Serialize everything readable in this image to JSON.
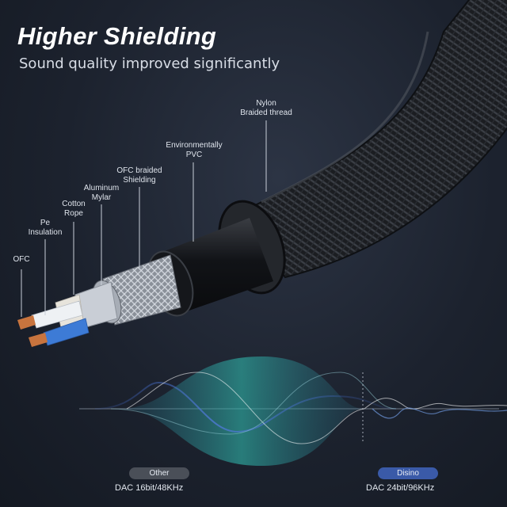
{
  "header": {
    "title": "Higher Shielding",
    "subtitle": "Sound quality improved significantly"
  },
  "layers": [
    {
      "label": "Nylon\nBraided thread"
    },
    {
      "label": "Environmentally\nPVC"
    },
    {
      "label": "OFC braided\nShielding"
    },
    {
      "label": "Aluminum\nMylar"
    },
    {
      "label": "Cotton\nRope"
    },
    {
      "label": "Pe\nInsulation"
    },
    {
      "label": "OFC"
    }
  ],
  "comparison": {
    "other": {
      "badge": "Other",
      "spec": "DAC 16bit/48KHz"
    },
    "disino": {
      "badge": "Disino",
      "spec": "DAC 24bit/96KHz"
    }
  },
  "colors": {
    "background": "#1c222e",
    "accent_blue": "#3a5aa8",
    "wave_teal": "#2fa6a6",
    "wave_blue": "#4a73c8"
  }
}
